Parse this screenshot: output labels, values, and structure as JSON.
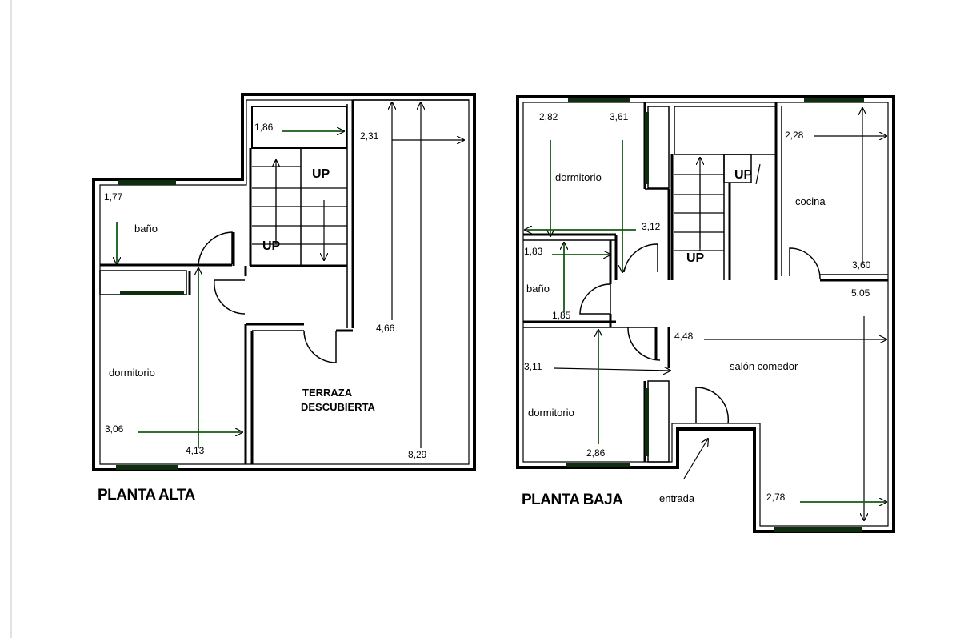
{
  "titles": {
    "upper": "PLANTA ALTA",
    "lower": "PLANTA BAJA"
  },
  "upper_floor": {
    "rooms": {
      "bath": "baño",
      "bedroom": "dormitorio",
      "terrace_line1": "TERRAZA",
      "terrace_line2": "DESCUBIERTA"
    },
    "stairs": {
      "up_top": "UP",
      "up_bottom": "UP"
    },
    "dims": {
      "bath_height": "1,77",
      "stair_width": "1,86",
      "terrace_width": "2,31",
      "bedroom_width": "3,06",
      "bedroom_height": "4,13",
      "terrace_depth": "4,66",
      "total_depth": "8,29"
    }
  },
  "lower_floor": {
    "rooms": {
      "bedroom_top": "dormitorio",
      "kitchen": "cocina",
      "bath": "baño",
      "living": "salón comedor",
      "bedroom_bottom": "dormitorio",
      "entrance": "entrada"
    },
    "stairs": {
      "up_top": "UP",
      "up_bottom": "UP"
    },
    "dims": {
      "bedroom_top_width": "2,82",
      "bedroom_top_height": "3,61",
      "kitchen_width": "2,28",
      "closet_width": "3,12",
      "bath_width": "1,83",
      "kitchen_height": "3,60",
      "bath_height": "1,85",
      "living_depth": "5,05",
      "living_width": "4,48",
      "bedroom_bottom_width": "3,11",
      "bedroom_bottom_height": "2,86",
      "entrance_width": "2,78"
    }
  }
}
